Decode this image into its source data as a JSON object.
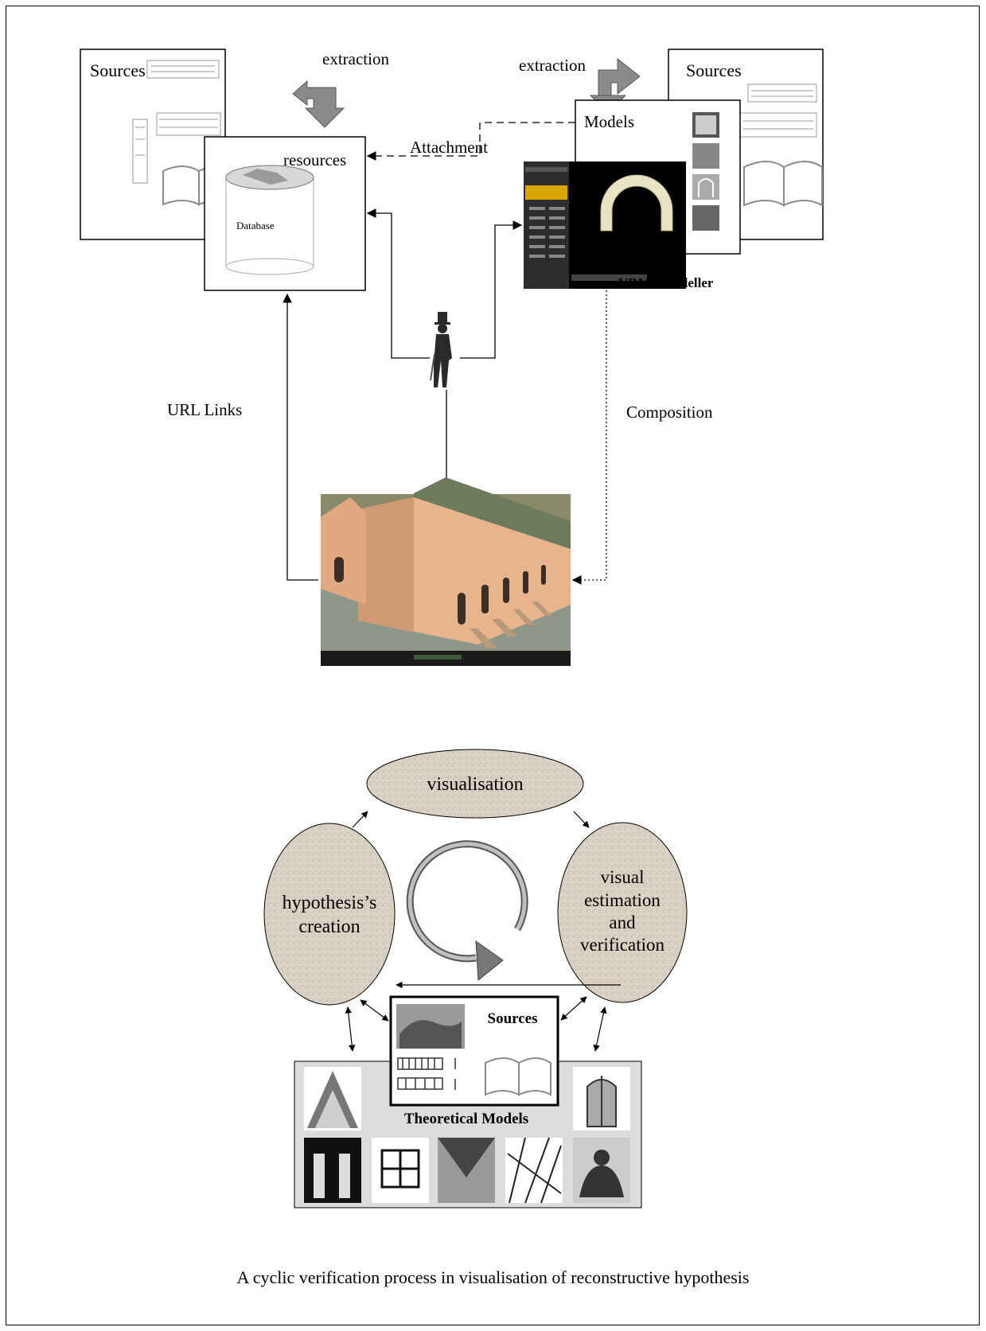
{
  "top_diagram": {
    "sources_left": "Sources",
    "sources_right": "Sources",
    "extraction_left": "extraction",
    "extraction_right": "extraction",
    "resources": "resources",
    "database": "Database",
    "attachment": "Attachment",
    "models": "Models",
    "vrml_modeller": "VRML modeller",
    "url_links": "URL Links",
    "composition": "Composition"
  },
  "cycle_diagram": {
    "visualisation": "visualisation",
    "hypothesis_line1": "hypothesis’s",
    "hypothesis_line2": "creation",
    "estimation_line1": "visual",
    "estimation_line2": "estimation",
    "estimation_line3": "and",
    "estimation_line4": "verification",
    "sources": "Sources",
    "theoretical_models": "Theoretical Models"
  },
  "caption": "A cyclic verification process in visualisation of reconstructive hypothesis",
  "colors": {
    "ellipse_fill": "#d9cfc2",
    "panel_fill": "#dcdcdc",
    "arrow_gray": "#8a8a8a",
    "building_wall": "#e8b48e",
    "scene_ground": "#8f978a",
    "toolbar_yellow": "#d9a400"
  }
}
